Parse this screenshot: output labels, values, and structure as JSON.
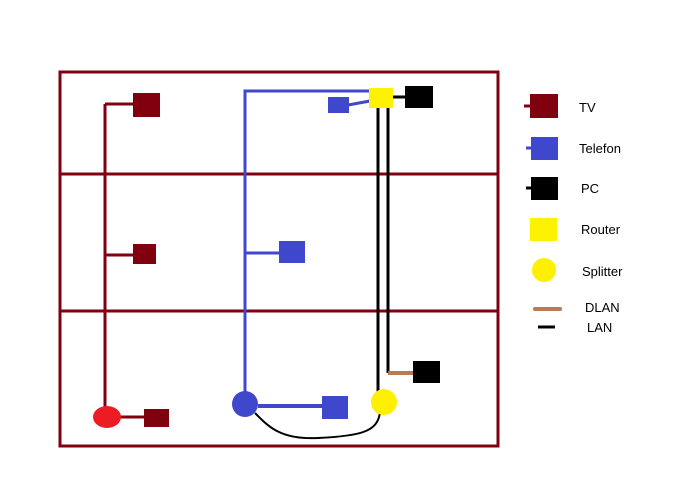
{
  "colors": {
    "tv": "#800010",
    "telefon": "#3f48cc",
    "pc": "#000000",
    "router": "#fff200",
    "splitter": "#ffef00",
    "dlan": "#b97a57",
    "lan": "#000000",
    "tv_splitter": "#ed1c24",
    "tel_splitter": "#3f48cc",
    "walls": "#800010"
  },
  "legend": {
    "tv": "TV",
    "telefon": "Telefon",
    "pc": "PC",
    "router": "Router",
    "splitter": "Splitter",
    "dlan": "DLAN",
    "lan": "LAN"
  }
}
